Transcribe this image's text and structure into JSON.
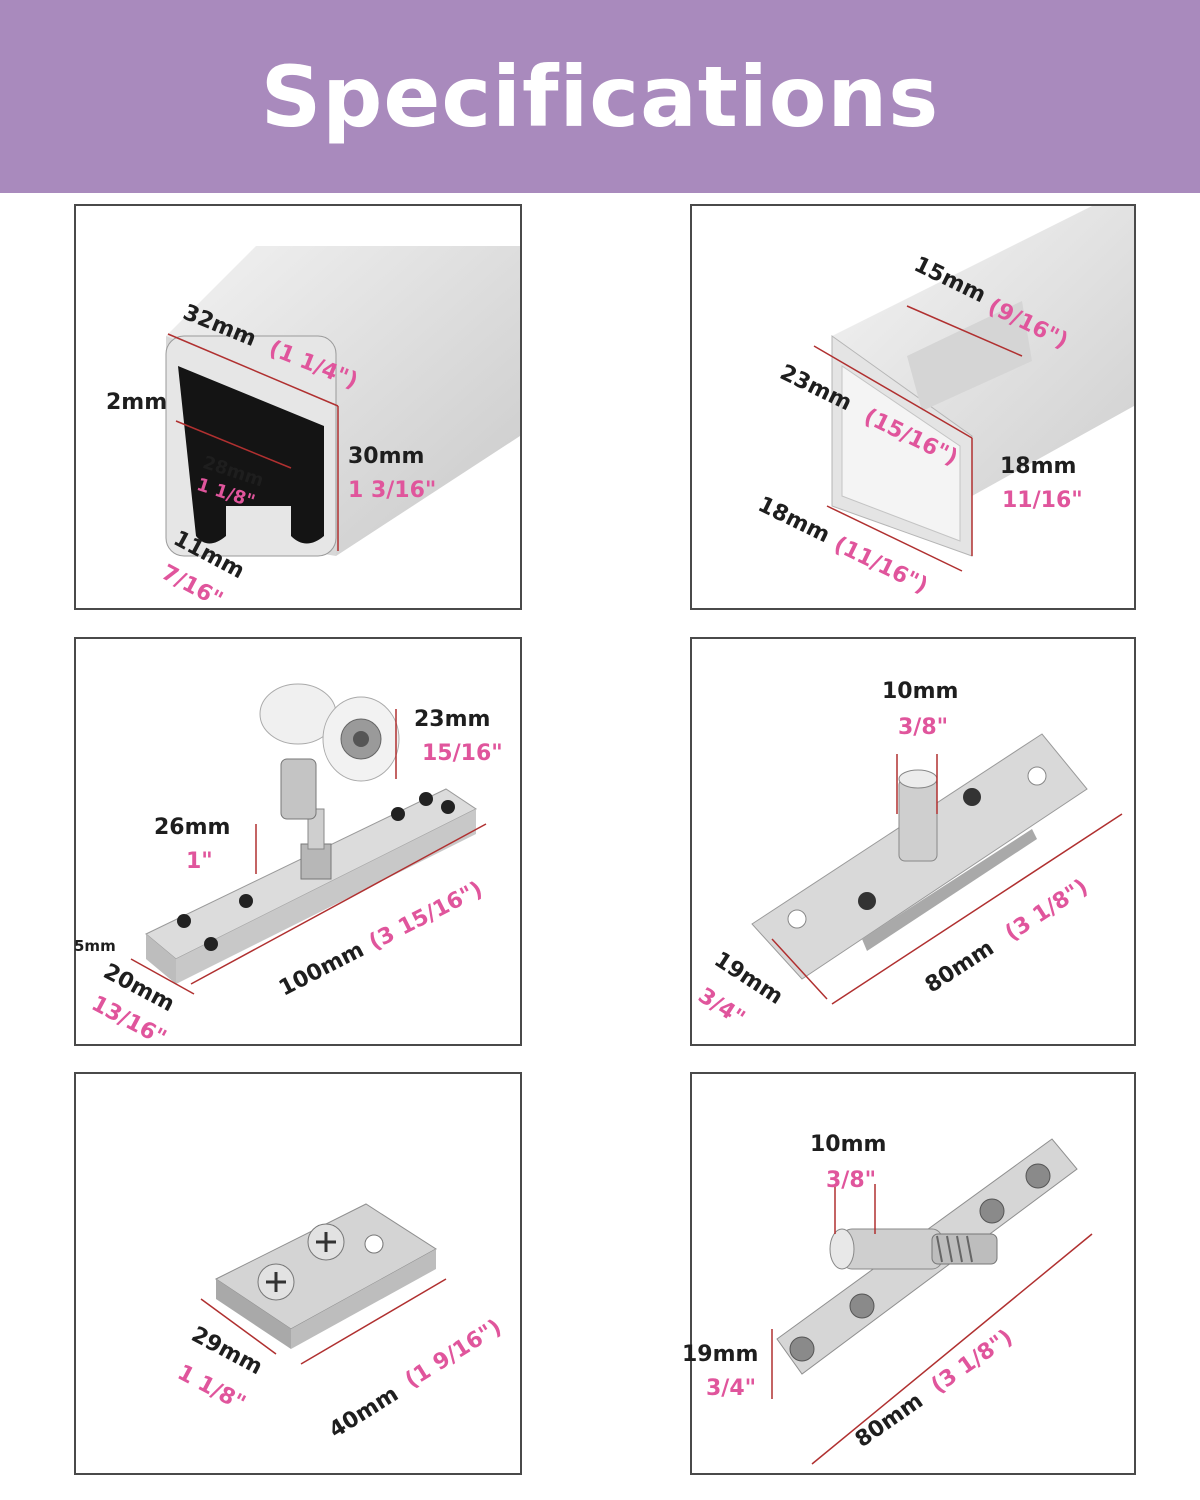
{
  "header": {
    "title": "Specifications",
    "background": "#a98abd"
  },
  "colors": {
    "metric": "#1e1e1e",
    "imperial": "#e0559c",
    "dimension_line": "#b03030"
  },
  "panels": [
    {
      "name": "outer-track-profile",
      "labels": {
        "width_mm": "32mm",
        "width_in": "(1 1/4\")",
        "wall_mm": "2mm",
        "inner_mm": "28mm",
        "inner_in": "1 1/8\"",
        "height_mm": "30mm",
        "height_in": "1 3/16\"",
        "slot_mm": "11mm",
        "slot_in": "7/16\""
      }
    },
    {
      "name": "inner-rail-profile",
      "labels": {
        "top_mm": "15mm",
        "top_in": "(9/16\")",
        "width_mm": "23mm",
        "width_in": "(15/16\")",
        "height_mm": "18mm",
        "height_in": "11/16\"",
        "base_mm": "18mm",
        "base_in": "(11/16\")"
      }
    },
    {
      "name": "roller-pivot-plate",
      "labels": {
        "wheel_mm": "23mm",
        "wheel_in": "15/16\"",
        "height_mm": "26mm",
        "height_in": "1\"",
        "thick_mm": "5mm",
        "width_mm": "20mm",
        "width_in": "13/16\"",
        "length_mm": "100mm",
        "length_in": "(3 15/16\")"
      }
    },
    {
      "name": "top-pivot-plate",
      "labels": {
        "pin_mm": "10mm",
        "pin_in": "3/8\"",
        "width_mm": "19mm",
        "width_in": "3/4\"",
        "length_mm": "80mm",
        "length_in": "(3 1/8\")"
      }
    },
    {
      "name": "guide-clip",
      "labels": {
        "width_mm": "29mm",
        "width_in": "1 1/8\"",
        "length_mm": "40mm",
        "length_in": "(1 9/16\")"
      }
    },
    {
      "name": "spring-pivot-plate",
      "labels": {
        "pin_mm": "10mm",
        "pin_in": "3/8\"",
        "width_mm": "19mm",
        "width_in": "3/4\"",
        "length_mm": "80mm",
        "length_in": "(3 1/8\")"
      }
    }
  ]
}
